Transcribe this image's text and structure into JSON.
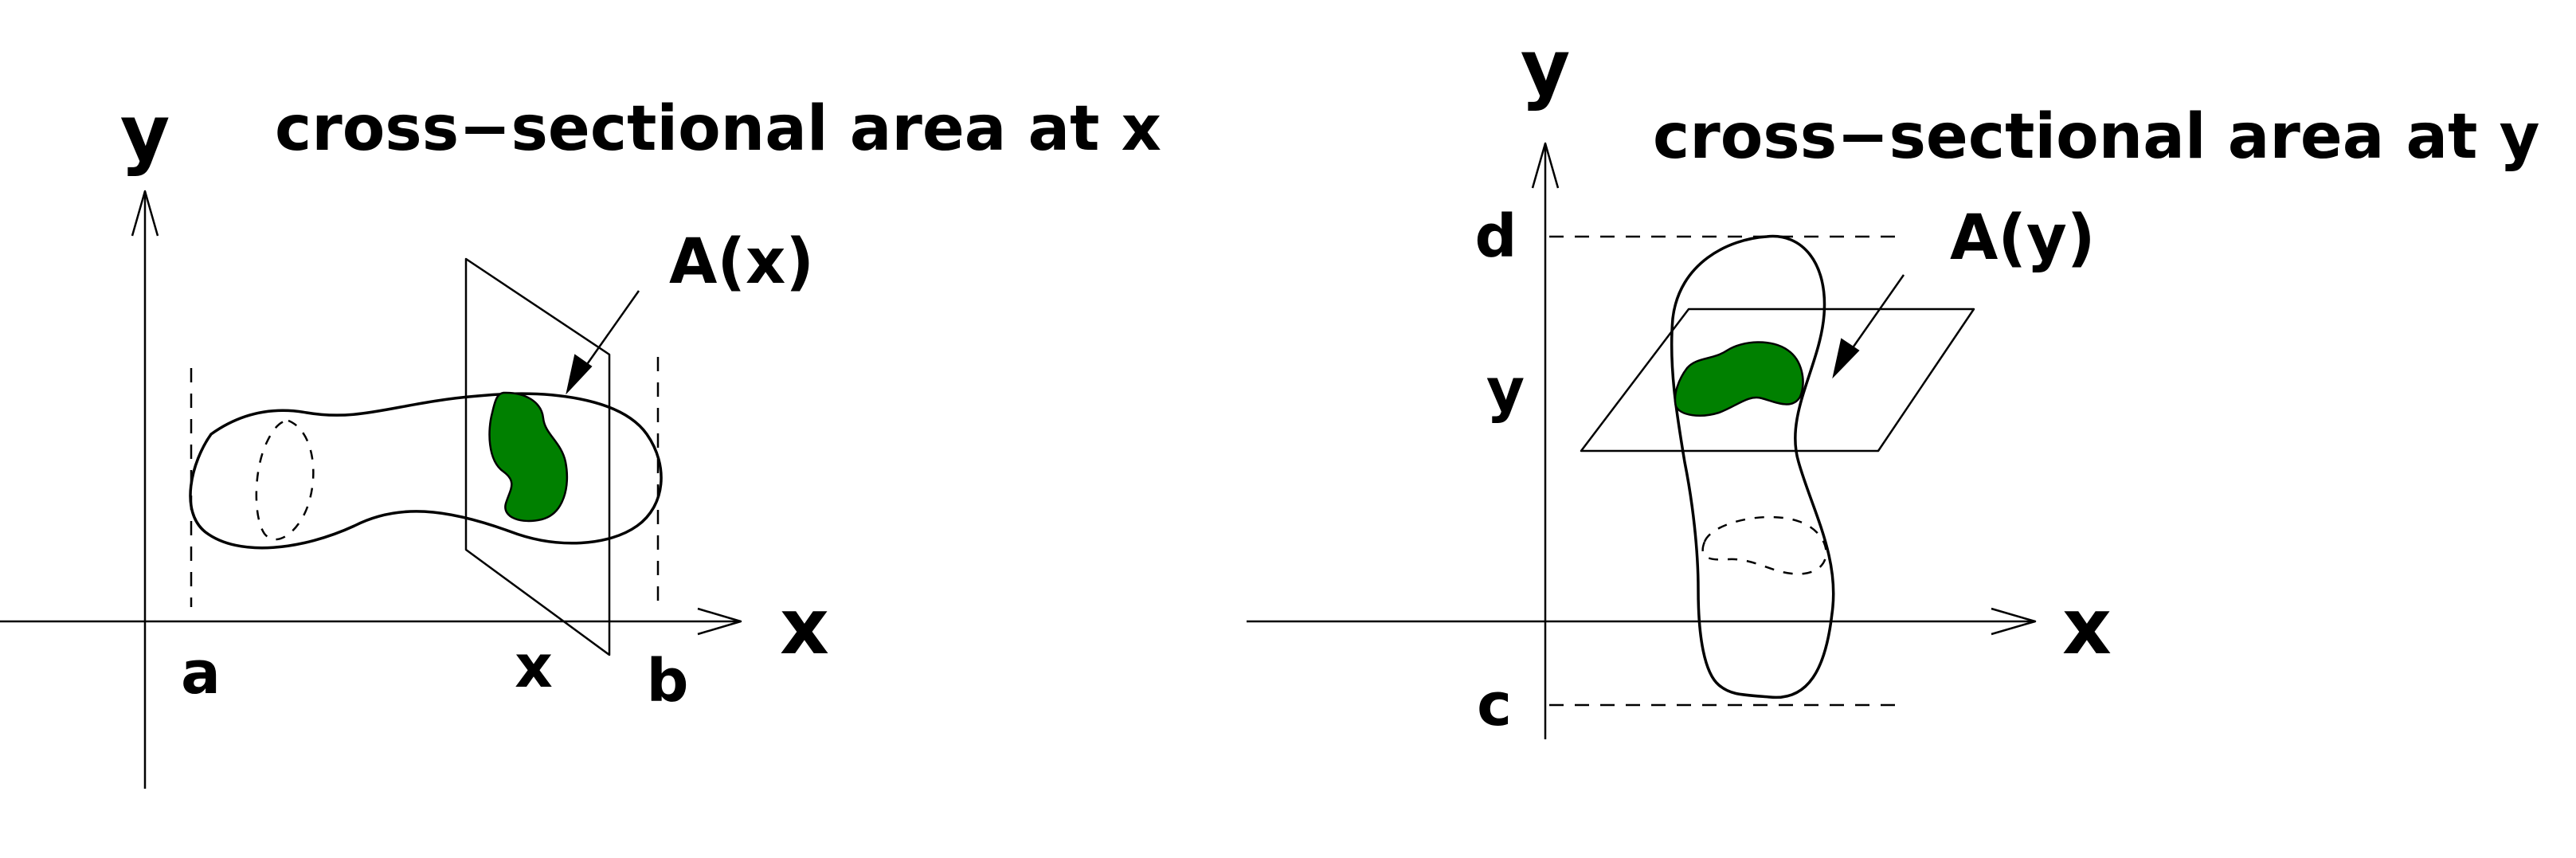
{
  "left_panel": {
    "title": "cross−sectional area at x",
    "x_axis_label": "x",
    "y_axis_label": "y",
    "area_label": "A(x)",
    "tick_a": "a",
    "tick_x": "x",
    "tick_b": "b"
  },
  "right_panel": {
    "title": "cross−sectional area at y",
    "x_axis_label": "x",
    "y_axis_label": "y",
    "area_label": "A(y)",
    "tick_d": "d",
    "tick_y": "y",
    "tick_c": "c"
  },
  "colors": {
    "cross_section_fill": "#008000",
    "line": "#000000"
  }
}
